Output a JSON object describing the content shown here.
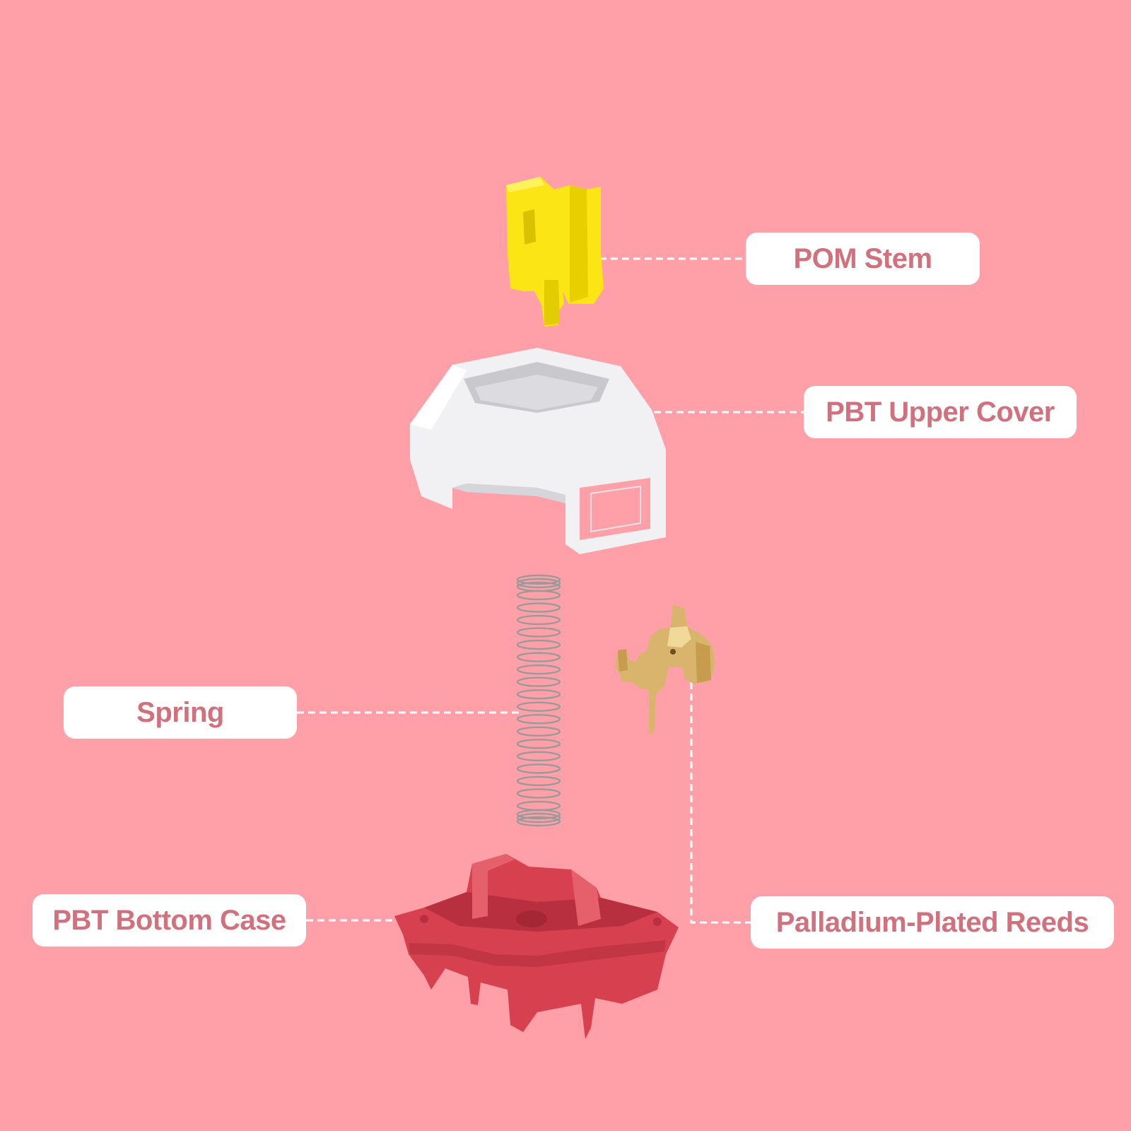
{
  "labels": {
    "stem": "POM Stem",
    "upper_cover": "PBT Upper Cover",
    "spring": "Spring",
    "bottom_case": "PBT Bottom Case",
    "reeds": "Palladium-Plated Reeds"
  },
  "colors": {
    "background": "#ffa0a8",
    "label_text": "#d1717d",
    "label_fill": "#ffffff",
    "leader_line": "#ffffff",
    "stem": "#fbe514",
    "upper_cover": "#f1f1f3",
    "bottom_case": "#d7404f",
    "reeds": "#d9b46c",
    "spring": "#9a9a9a"
  }
}
